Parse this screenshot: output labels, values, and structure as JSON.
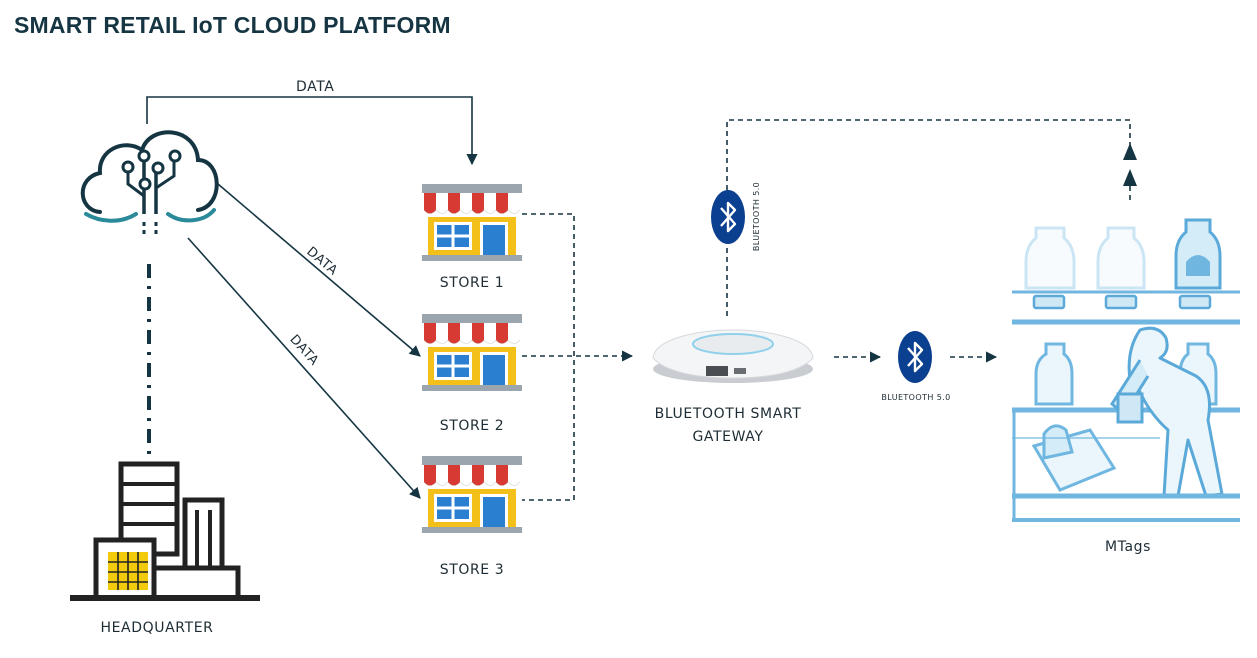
{
  "title": "SMART RETAIL IoT CLOUD PLATFORM",
  "nodes": {
    "headquarter": "HEADQUARTER",
    "store1": "STORE 1",
    "store2": "STORE 2",
    "store3": "STORE 3",
    "gateway_line1": "BLUETOOTH SMART",
    "gateway_line2": "GATEWAY",
    "mtags": "MTags"
  },
  "edge_labels": {
    "data_top": "DATA",
    "data_store2": "DATA",
    "data_store3": "DATA",
    "bt_vertical": "BLUETOOTH 5.0",
    "bt_horizontal": "BLUETOOTH 5.0"
  },
  "colors": {
    "navy": "#163543",
    "teal": "#2b8a9a",
    "bluetooth": "#0b3f8f",
    "awning_red": "#d73a32",
    "store_yellow": "#f3c01a",
    "window_blue": "#2a7fd0",
    "hq_yellow": "#f2cc0c",
    "mtags_blue": "#6fb6e0"
  },
  "icons": [
    "cloud-circuit-icon",
    "store-icon",
    "headquarter-building-icon",
    "gateway-device-icon",
    "bluetooth-icon",
    "shelf-shopper-icon"
  ]
}
